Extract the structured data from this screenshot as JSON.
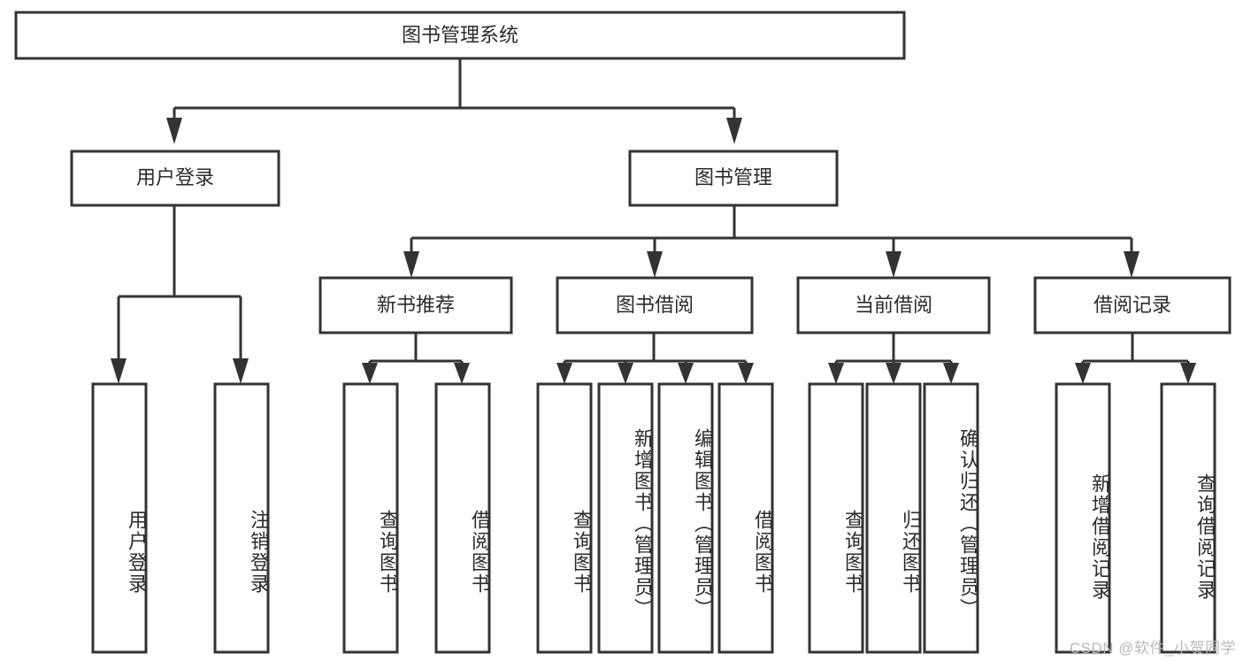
{
  "diagram": {
    "type": "tree-hierarchy",
    "root": {
      "id": "root",
      "label": "图书管理系统"
    },
    "level2": [
      {
        "id": "user-login",
        "label": "用户登录"
      },
      {
        "id": "book-management",
        "label": "图书管理"
      }
    ],
    "level3": [
      {
        "id": "new-book-recommend",
        "label": "新书推荐",
        "parent": "book-management"
      },
      {
        "id": "book-borrow",
        "label": "图书借阅",
        "parent": "book-management"
      },
      {
        "id": "current-borrow",
        "label": "当前借阅",
        "parent": "book-management"
      },
      {
        "id": "borrow-record",
        "label": "借阅记录",
        "parent": "book-management"
      }
    ],
    "leaves": [
      {
        "id": "leaf-user-login",
        "label": "用户登录",
        "parent": "user-login"
      },
      {
        "id": "leaf-logout-login",
        "label": "注销登录",
        "parent": "user-login"
      },
      {
        "id": "leaf-query-book-1",
        "label": "查询图书",
        "parent": "new-book-recommend"
      },
      {
        "id": "leaf-borrow-book-1",
        "label": "借阅图书",
        "parent": "new-book-recommend"
      },
      {
        "id": "leaf-query-book-2",
        "label": "查询图书",
        "parent": "book-borrow"
      },
      {
        "id": "leaf-add-book",
        "label": "新增图书（管理员）",
        "parent": "book-borrow"
      },
      {
        "id": "leaf-edit-book",
        "label": "编辑图书（管理员）",
        "parent": "book-borrow"
      },
      {
        "id": "leaf-borrow-book-2",
        "label": "借阅图书",
        "parent": "book-borrow"
      },
      {
        "id": "leaf-query-book-3",
        "label": "查询图书",
        "parent": "current-borrow"
      },
      {
        "id": "leaf-return-book",
        "label": "归还图书",
        "parent": "current-borrow"
      },
      {
        "id": "leaf-confirm-return",
        "label": "确认归还（管理员）",
        "parent": "current-borrow"
      },
      {
        "id": "leaf-add-record",
        "label": "新增借阅记录",
        "parent": "borrow-record"
      },
      {
        "id": "leaf-query-record",
        "label": "查询借阅记录",
        "parent": "borrow-record"
      }
    ]
  },
  "colors": {
    "stroke": "#333333",
    "box_fill": "#ffffff",
    "text": "#2b2b2b",
    "watermark": "#b9b9b9",
    "background": "#ffffff"
  },
  "watermark": {
    "text": "CSDN @软件_小贺同学"
  }
}
